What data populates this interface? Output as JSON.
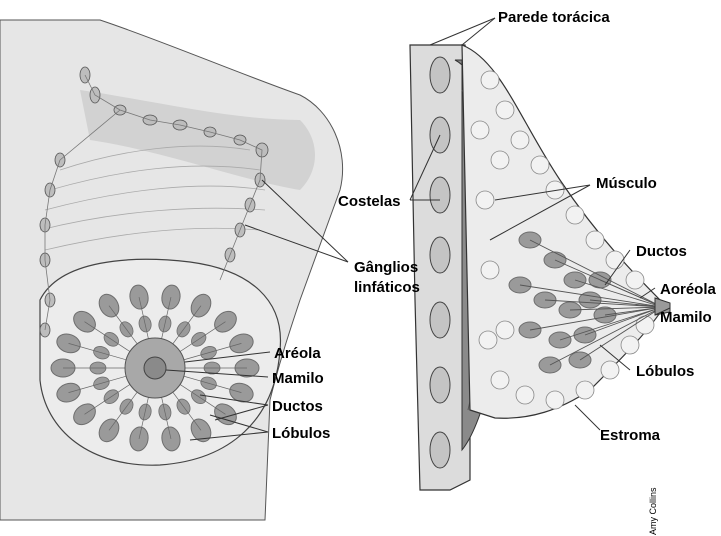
{
  "labels": {
    "parede_toracica": "Parede torácica",
    "costelas": "Costelas",
    "musculo": "Músculo",
    "ganglios_line1": "Gânglios",
    "ganglios_line2": "linfáticos",
    "ductos_side": "Ductos",
    "aoreola": "Aoréola",
    "mamilo_side": "Mamilo",
    "lobulos_side": "Lóbulos",
    "estroma": "Estroma",
    "areola_front": "Aréola",
    "mamilo_front": "Mamilo",
    "ductos_front": "Ductos",
    "lobulos_front": "Lóbulos"
  },
  "credit": "Amy Collins",
  "colors": {
    "skin": "#e6e6e6",
    "skin_shade": "#cfcfcf",
    "lobule": "#9a9a9a",
    "lobule_dark": "#6e6e6e",
    "muscle": "#8a8a8a",
    "rib": "#bdbdbd",
    "outline": "#333333"
  }
}
